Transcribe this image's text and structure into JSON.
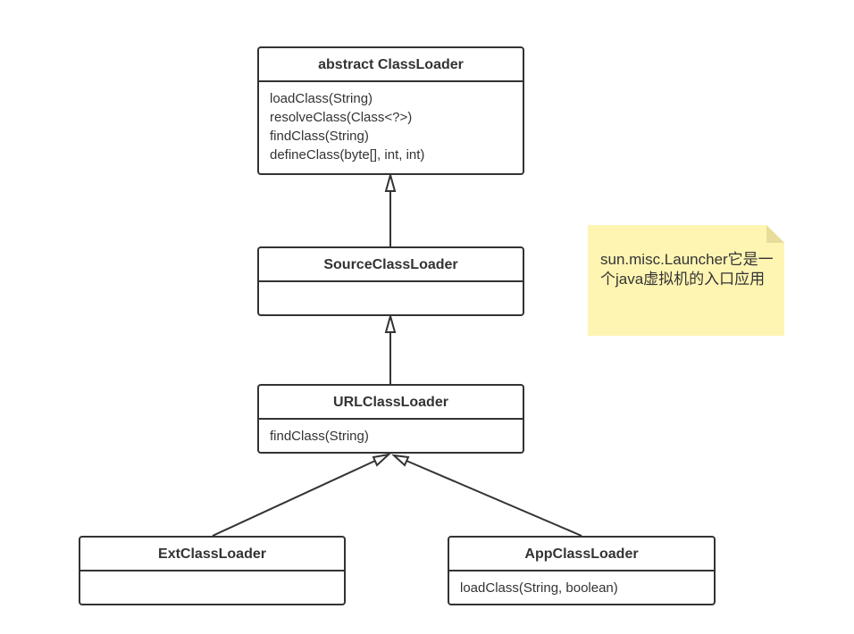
{
  "classes": {
    "classloader": {
      "name": "abstract ClassLoader",
      "methods": [
        "loadClass(String)",
        "resolveClass(Class<?>)",
        "findClass(String)",
        "defineClass(byte[], int, int)"
      ]
    },
    "sourceclassloader": {
      "name": "SourceClassLoader",
      "methods": []
    },
    "urlclassloader": {
      "name": "URLClassLoader",
      "methods": [
        "findClass(String)"
      ]
    },
    "extclassloader": {
      "name": "ExtClassLoader",
      "methods": []
    },
    "appclassloader": {
      "name": "AppClassLoader",
      "methods": [
        "loadClass(String, boolean)"
      ]
    }
  },
  "relations": [
    {
      "from": "sourceclassloader",
      "to": "classloader",
      "type": "inheritance"
    },
    {
      "from": "urlclassloader",
      "to": "sourceclassloader",
      "type": "inheritance"
    },
    {
      "from": "extclassloader",
      "to": "urlclassloader",
      "type": "inheritance"
    },
    {
      "from": "appclassloader",
      "to": "urlclassloader",
      "type": "inheritance"
    }
  ],
  "note": {
    "text": "sun.misc.Launcher它是一个java虚拟机的入口应用",
    "background_color": "#fff5b3",
    "fold_color": "#e8dc9a"
  },
  "colors": {
    "stroke": "#333333",
    "text": "#333333",
    "box_background": "#ffffff"
  }
}
